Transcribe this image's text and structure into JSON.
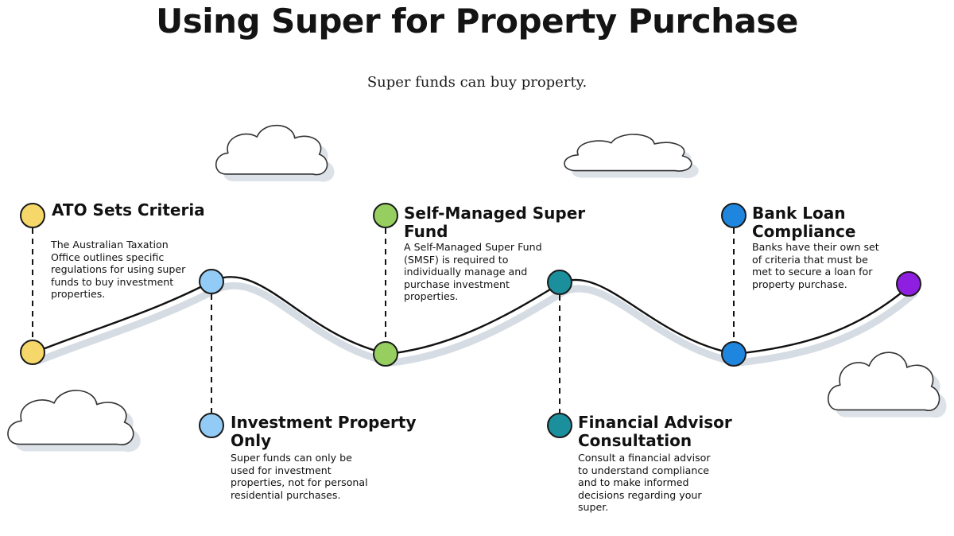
{
  "title": "Using Super for Property Purchase",
  "subtitle": "Super funds can buy property.",
  "steps": [
    {
      "title": "ATO Sets Criteria",
      "description": "The Australian Taxation Office outlines specific regulations for using super funds to buy investment properties.",
      "color": "#f6d76a"
    },
    {
      "title": "Investment Property Only",
      "description": "Super funds can only be used for investment properties, not for personal residential purchases.",
      "color": "#92ccf6"
    },
    {
      "title": "Self-Managed Super Fund",
      "description": "A Self-Managed Super Fund (SMSF) is required to individually manage and purchase investment properties.",
      "color": "#96cf60"
    },
    {
      "title": "Financial Advisor Consultation",
      "description": "Consult a financial advisor to understand compliance and to make informed decisions regarding your super.",
      "color": "#1b8f9c"
    },
    {
      "title": "Bank Loan Compliance",
      "description": "Banks have their own set of criteria that must be met to secure a loan for property purchase.",
      "color": "#1f86df"
    }
  ],
  "end_marker_color": "#8f1fe0",
  "line_color": "#111111",
  "cloud_color": "#ffffff"
}
